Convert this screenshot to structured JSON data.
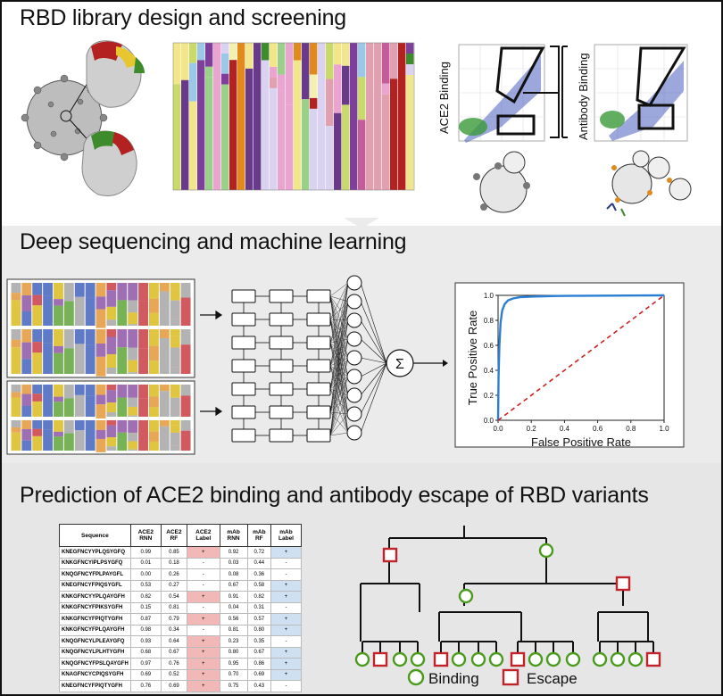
{
  "panels": {
    "design": {
      "title": "RBD library design and screening"
    },
    "learning": {
      "title": "Deep sequencing and machine learning"
    },
    "prediction": {
      "title": "Prediction of ACE2 binding and antibody escape of RBD variants"
    }
  },
  "facs": {
    "ace2_label": "ACE2 Binding",
    "antibody_label": "Antibody Binding"
  },
  "roc_chart": {
    "chart_data": {
      "type": "line",
      "xlabel": "False Positive Rate",
      "ylabel": "True Positive Rate",
      "xlim": [
        0,
        1
      ],
      "ylim": [
        0,
        1
      ],
      "xticks": [
        "0.0",
        "0.2",
        "0.4",
        "0.6",
        "0.8",
        "1.0"
      ],
      "yticks": [
        "0.0",
        "0.2",
        "0.4",
        "0.6",
        "0.8",
        "1.0"
      ],
      "series": [
        {
          "color": "#2a7fd4",
          "style": "solid",
          "x": [
            0,
            0.003,
            0.008,
            0.015,
            0.025,
            0.04,
            0.06,
            0.09,
            0.13,
            0.2,
            0.35,
            0.55,
            0.8,
            1.0
          ],
          "y": [
            0,
            0.35,
            0.6,
            0.78,
            0.88,
            0.93,
            0.96,
            0.975,
            0.985,
            0.99,
            0.995,
            0.997,
            0.999,
            1.0
          ]
        },
        {
          "color": "#cc2222",
          "style": "dashed",
          "x": [
            0,
            1
          ],
          "y": [
            0,
            1
          ]
        }
      ]
    }
  },
  "table": {
    "headers": [
      "Sequence",
      "ACE2 RNN",
      "ACE2 RF",
      "ACE2 Label",
      "mAb RNN",
      "mAb RF",
      "mAb Label"
    ],
    "rows": [
      [
        "KNEGFNCYYPLQSYGFQ",
        "0.99",
        "0.85",
        "+",
        "0.92",
        "0.72",
        "+"
      ],
      [
        "KNKGFNCYIPLPSYGFQ",
        "0.01",
        "0.18",
        "-",
        "0.03",
        "0.44",
        "-"
      ],
      [
        "KNQGFNCYFPLPAYGFL",
        "0.00",
        "0.26",
        "-",
        "0.08",
        "0.36",
        "-"
      ],
      [
        "KNEGFNCYFPIQSYGFL",
        "0.53",
        "0.27",
        "-",
        "0.67",
        "0.58",
        "+"
      ],
      [
        "KNKGFNCYYPLQAYGFH",
        "0.82",
        "0.54",
        "+",
        "0.91",
        "0.82",
        "+"
      ],
      [
        "KNKGFNCYFPIKSYGFH",
        "0.15",
        "0.81",
        "-",
        "0.04",
        "0.31",
        "-"
      ],
      [
        "KNKGFNCYFPIQTYGFH",
        "0.87",
        "0.79",
        "+",
        "0.56",
        "0.57",
        "+"
      ],
      [
        "KNKGFNCYFPLQAYGFH",
        "0.98",
        "0.34",
        "-",
        "0.81",
        "0.80",
        "+"
      ],
      [
        "KNQGFNCYLPLEAYGFQ",
        "0.93",
        "0.64",
        "+",
        "0.23",
        "0.35",
        "-"
      ],
      [
        "KNQGFNCYLPLHTYGFH",
        "0.68",
        "0.67",
        "+",
        "0.80",
        "0.67",
        "+"
      ],
      [
        "KNQGFNCYFPSLQAYGFH",
        "0.97",
        "0.76",
        "+",
        "0.95",
        "0.86",
        "+"
      ],
      [
        "KNAGFNCYCPIQSYGFH",
        "0.69",
        "0.52",
        "+",
        "0.70",
        "0.69",
        "+"
      ],
      [
        "KNEGFNCYFPIQTYGFH",
        "0.76",
        "0.69",
        "+",
        "0.75",
        "0.43",
        "-"
      ]
    ]
  },
  "legend": {
    "binding_label": "Binding",
    "escape_label": "Escape",
    "binding_color": "#4a9a1e",
    "escape_color": "#c0232a"
  }
}
